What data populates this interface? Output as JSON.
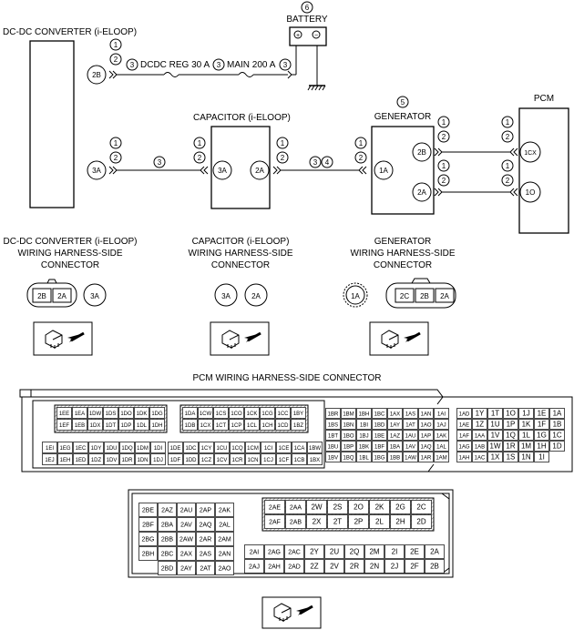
{
  "labels": {
    "battery": "BATTERY",
    "dcdc_converter": "DC-DC CONVERTER (i-ELOOP)",
    "capacitor": "CAPACITOR (i-ELOOP)",
    "generator": "GENERATOR",
    "pcm": "PCM",
    "dcdc_reg": "DCDC REG 30 A",
    "main_fuse": "MAIN 200 A",
    "dcdc_conn_1": "DC-DC CONVERTER (i-ELOOP)",
    "dcdc_conn_2": "WIRING HARNESS-SIDE",
    "dcdc_conn_3": "CONNECTOR",
    "cap_conn_1": "CAPACITOR (i-ELOOP)",
    "cap_conn_2": "WIRING HARNESS-SIDE",
    "cap_conn_3": "CONNECTOR",
    "gen_conn_1": "GENERATOR",
    "gen_conn_2": "WIRING HARNESS-SIDE",
    "gen_conn_3": "CONNECTOR",
    "pcm_conn": "PCM WIRING HARNESS-SIDE CONNECTOR"
  },
  "circled": {
    "n1": "1",
    "n2": "2",
    "n3": "3",
    "n4": "4",
    "n5": "5",
    "n6": "6"
  },
  "battery_terms": {
    "plus": "+",
    "minus": "−"
  },
  "terminals": {
    "dcdc_2b": "2B",
    "dcdc_3a": "3A",
    "cap_3a": "3A",
    "cap_2a": "2A",
    "gen_1a": "1A",
    "gen_2b": "2B",
    "gen_2a": "2A",
    "pcm_1cx": "1CX",
    "pcm_1o": "1O"
  },
  "conn_pins": {
    "dcdc_a": [
      "2B",
      "2A"
    ],
    "dcdc_b": "3A",
    "cap_a": "3A",
    "cap_b": "2A",
    "gen_a": "1A",
    "gen_b": [
      "2C",
      "2B",
      "2A"
    ]
  },
  "pcm1": {
    "g1r1": [
      "1EE",
      "1EA",
      "1DW",
      "1DS",
      "1DO",
      "1DK",
      "1DG"
    ],
    "g1r2": [
      "1EF",
      "1EB",
      "1DX",
      "1DT",
      "1DP",
      "1DL",
      "1DH"
    ],
    "g2r1": [
      "1DA",
      "1CW",
      "1CS",
      "1CO",
      "1CK",
      "1CG",
      "1CC",
      "1BY"
    ],
    "g2r2": [
      "1DB",
      "1CX",
      "1CT",
      "1CP",
      "1CL",
      "1CH",
      "1CD",
      "1BZ"
    ],
    "g3r1": [
      "1EI",
      "1EG",
      "1EC",
      "1DY",
      "1DU",
      "1DQ",
      "1DM",
      "1DI"
    ],
    "g3r2": [
      "1EJ",
      "1EH",
      "1ED",
      "1DZ",
      "1DV",
      "1DR",
      "1DN",
      "1DJ"
    ],
    "g4r1": [
      "1DE",
      "1DC",
      "1CY",
      "1CU",
      "1CQ",
      "1CM",
      "1CI",
      "1CE",
      "1CA",
      "1BW"
    ],
    "g4r2": [
      "1DF",
      "1DD",
      "1CZ",
      "1CV",
      "1CR",
      "1CN",
      "1CJ",
      "1CF",
      "1CB",
      "1BX"
    ],
    "g5": [
      [
        "1BR",
        "1BM",
        "1BH",
        "1BC",
        "1AX",
        "1AS",
        "1AN",
        "1AI"
      ],
      [
        "1BS",
        "1BN",
        "1BI",
        "1BD",
        "1AY",
        "1AT",
        "1AO",
        "1AJ"
      ],
      [
        "1BT",
        "1BO",
        "1BJ",
        "1BE",
        "1AZ",
        "1AU",
        "1AP",
        "1AK"
      ],
      [
        "1BU",
        "1BP",
        "1BK",
        "1BF",
        "1BA",
        "1AV",
        "1AQ",
        "1AL"
      ],
      [
        "1BV",
        "1BQ",
        "1BL",
        "1BG",
        "1BB",
        "1AW",
        "1AR",
        "1AM"
      ]
    ],
    "g6": [
      [
        "1AD",
        "1Y",
        "1T",
        "1O",
        "1J",
        "1E",
        "1A"
      ],
      [
        "1AE",
        "1Z",
        "1U",
        "1P",
        "1K",
        "1F",
        "1B"
      ],
      [
        "1AF",
        "1AA",
        "1V",
        "1Q",
        "1L",
        "1G",
        "1C"
      ],
      [
        "1AG",
        "1AB",
        "1W",
        "1R",
        "1M",
        "1H",
        "1D"
      ],
      [
        "1AH",
        "1AC",
        "1X",
        "1S",
        "1N",
        "1I",
        ""
      ]
    ]
  },
  "pcm2": {
    "left": [
      [
        "2BE",
        "2AZ",
        "2AU",
        "2AP",
        "2AK"
      ],
      [
        "2BF",
        "2BA",
        "2AV",
        "2AQ",
        "2AL"
      ],
      [
        "2BG",
        "2BB",
        "2AW",
        "2AR",
        "2AM"
      ],
      [
        "2BH",
        "2BC",
        "2AX",
        "2AS",
        "2AN"
      ],
      [
        "",
        "2BD",
        "2AY",
        "2AT",
        "2AO"
      ]
    ],
    "hatch": [
      [
        "2AE",
        "2AA",
        "2W",
        "2S",
        "2O",
        "2K",
        "2G",
        "2C"
      ],
      [
        "2AF",
        "2AB",
        "2X",
        "2T",
        "2P",
        "2L",
        "2H",
        "2D"
      ]
    ],
    "bottom": [
      [
        "2AI",
        "2AG",
        "2AC",
        "2Y",
        "2U",
        "2Q",
        "2M",
        "2I",
        "2E",
        "2A"
      ],
      [
        "2AJ",
        "2AH",
        "2AD",
        "2Z",
        "2V",
        "2R",
        "2N",
        "2J",
        "2F",
        "2B"
      ]
    ]
  }
}
